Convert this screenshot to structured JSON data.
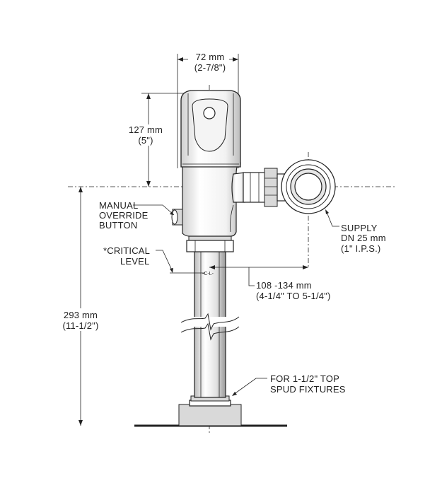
{
  "dimensions": {
    "width_metric": "72 mm",
    "width_imperial": "(2-7/8\")",
    "height_upper_metric": "127 mm",
    "height_upper_imperial": "(5\")",
    "height_total_metric": "293 mm",
    "height_total_imperial": "(11-1/2\")",
    "offset_metric": "108 -134 mm",
    "offset_imperial": "(4-1/4\" TO 5-1/4\")"
  },
  "callouts": {
    "override_line1": "MANUAL",
    "override_line2": "OVERRIDE",
    "override_line3": "BUTTON",
    "critical_line1": "*CRITICAL",
    "critical_line2": "LEVEL",
    "centerline_mark": "-C-L-",
    "supply_line1": "SUPPLY",
    "supply_line2": "DN 25 mm",
    "supply_line3": "(1\" I.P.S.)",
    "spud_line1": "FOR 1-1/2\" TOP",
    "spud_line2": "SPUD FIXTURES"
  }
}
